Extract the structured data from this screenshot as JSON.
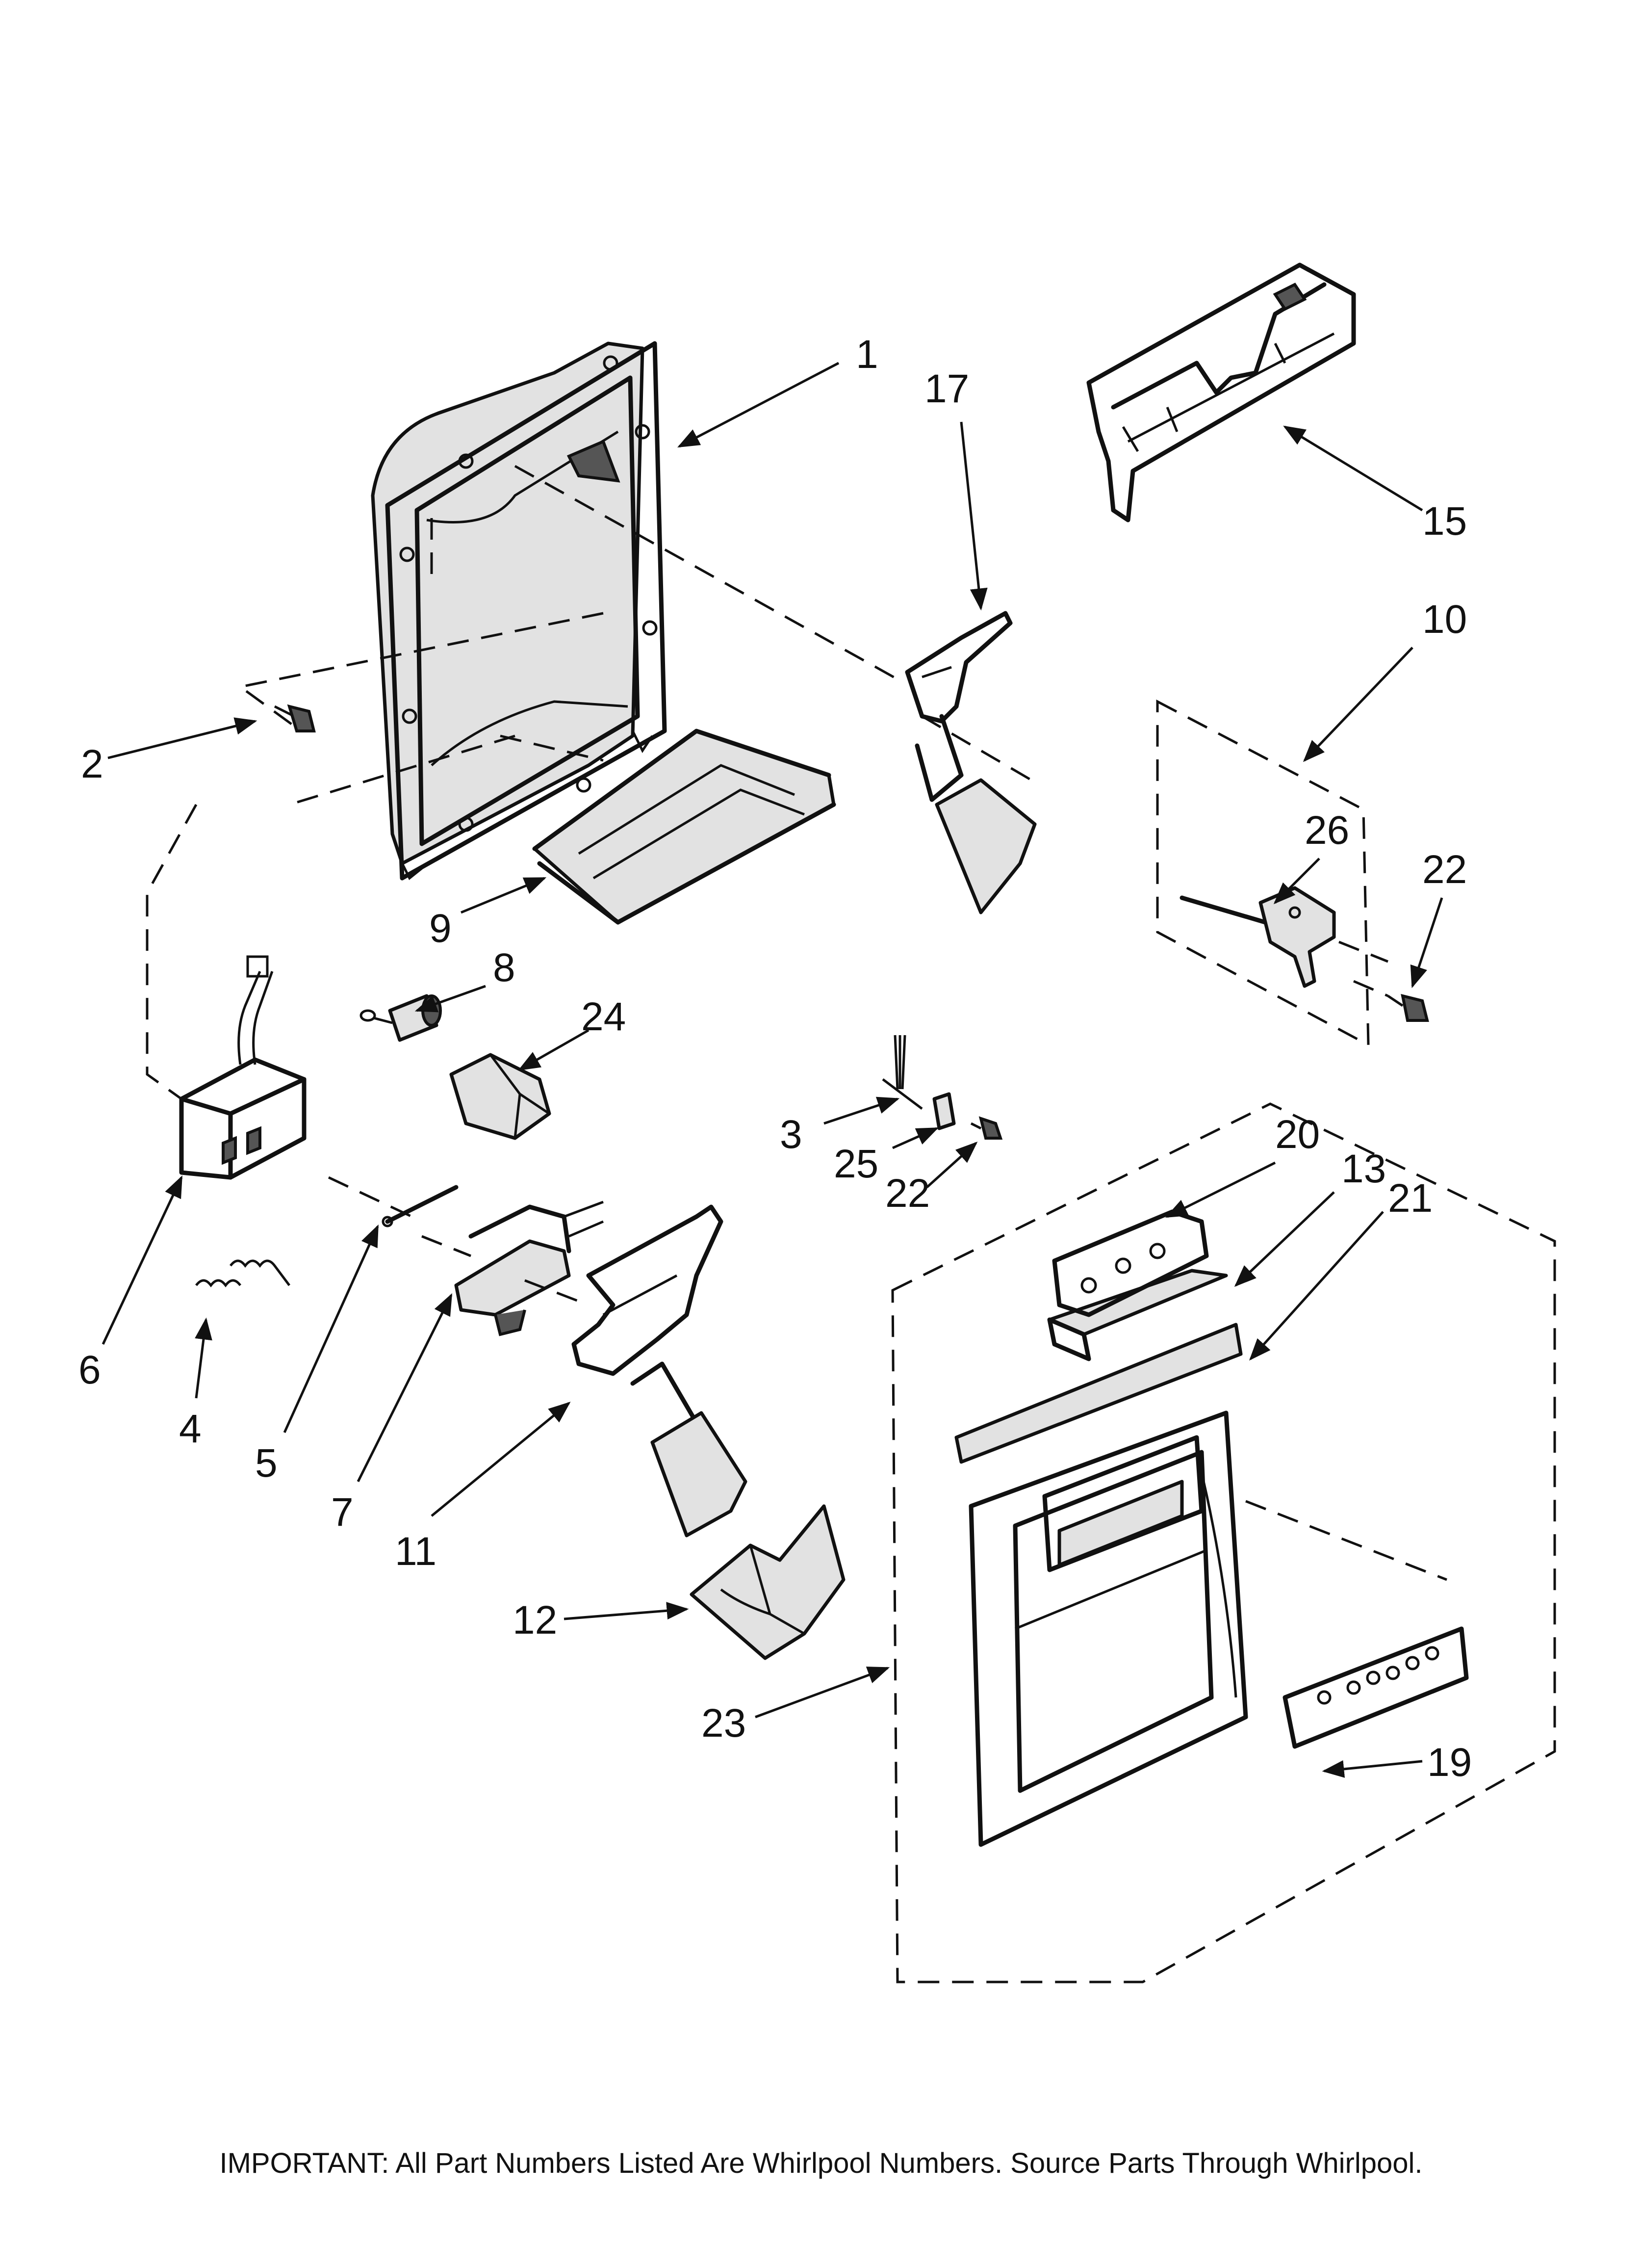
{
  "callouts": [
    "1",
    "2",
    "3",
    "4",
    "5",
    "6",
    "7",
    "8",
    "9",
    "10",
    "11",
    "12",
    "13",
    "15",
    "17",
    "19",
    "20",
    "21",
    "22",
    "22",
    "23",
    "24",
    "25",
    "26"
  ],
  "footer": "IMPORTANT: All Part Numbers Listed Are Whirlpool Numbers. Source Parts Through Whirlpool."
}
